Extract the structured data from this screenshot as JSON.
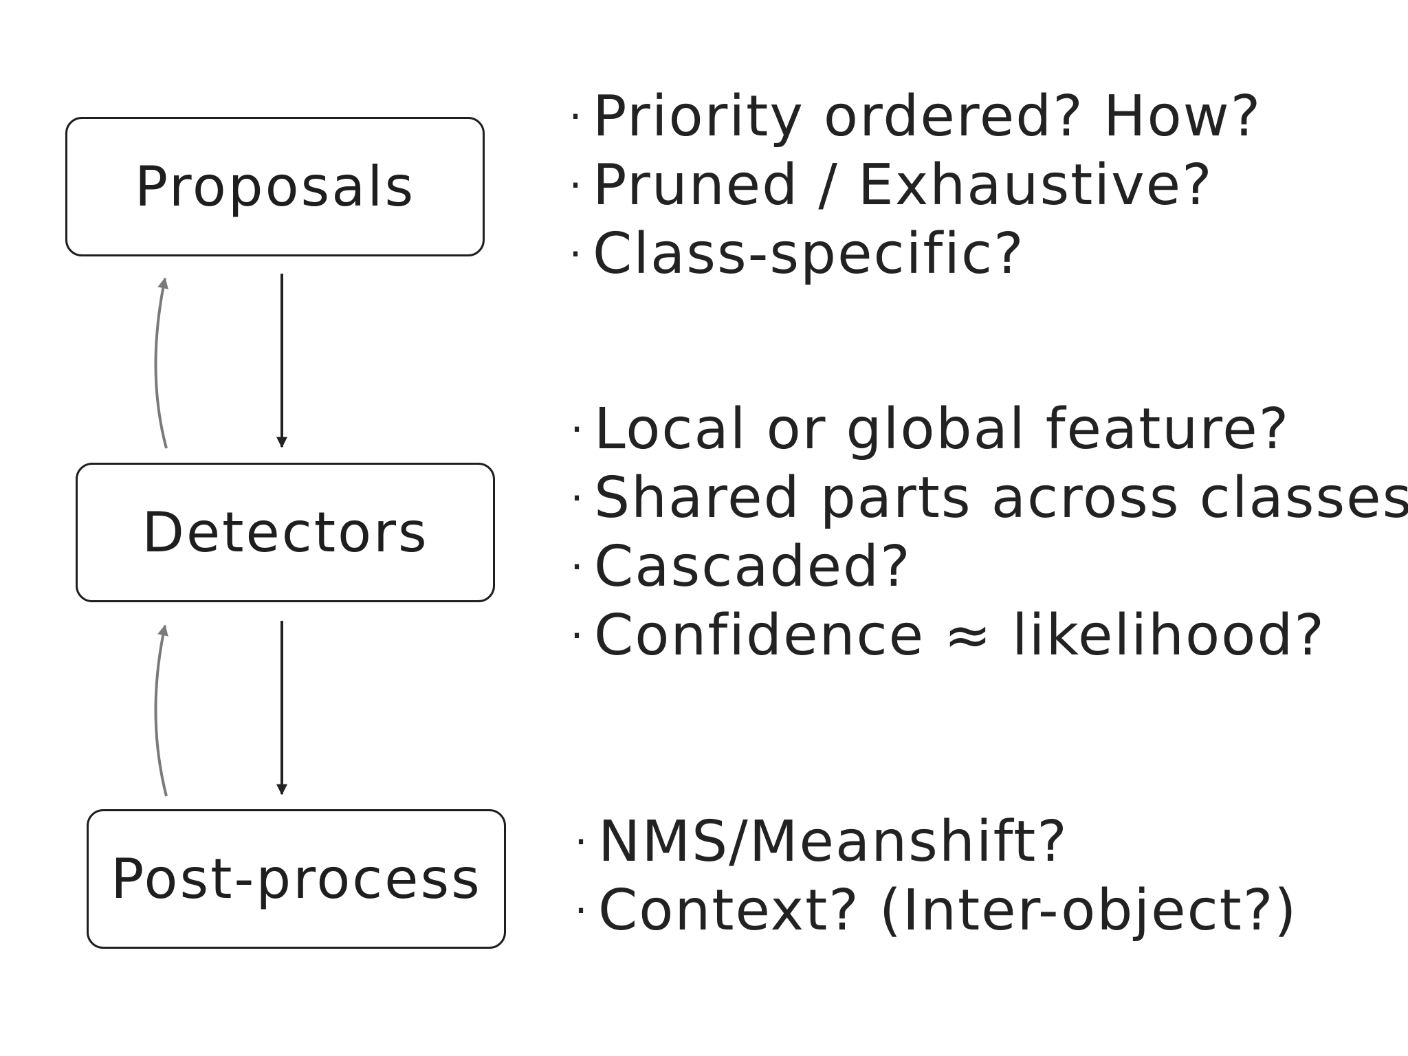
{
  "nodes": {
    "proposals": "Proposals",
    "detectors": "Detectors",
    "post_process": "Post-process"
  },
  "bullet_symbol": "·",
  "questions": {
    "proposals": [
      "Priority ordered? How?",
      "Pruned / Exhaustive?",
      "Class-specific?"
    ],
    "detectors": [
      "Local or global feature?",
      "Shared parts across classes?",
      "Cascaded?",
      "Confidence ≈ likelihood?"
    ],
    "post_process": [
      "NMS/Meanshift?",
      "Context? (Inter-object?)"
    ]
  },
  "colors": {
    "forward_arrow": "#222222",
    "feedback_arrow": "#7a7a7a",
    "box_border": "#1e1e1e",
    "text": "#222222"
  }
}
